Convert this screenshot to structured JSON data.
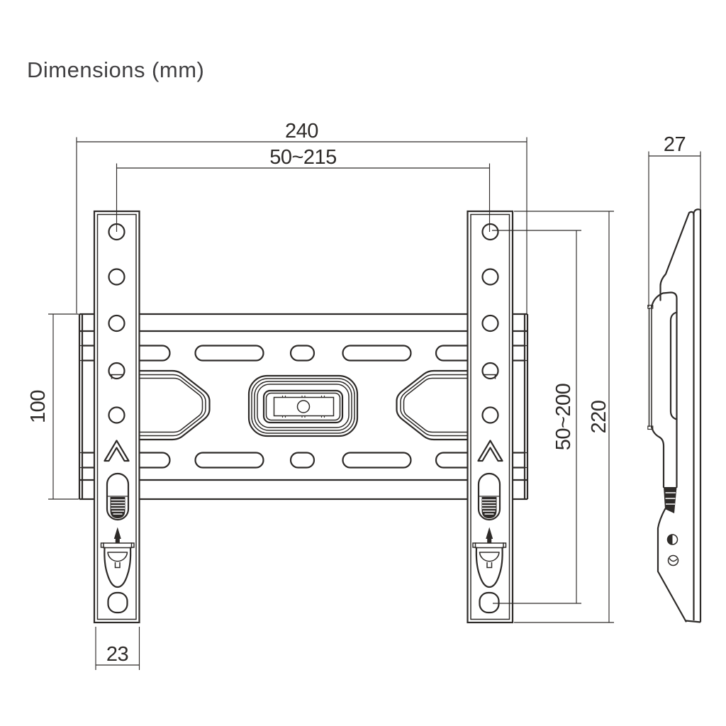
{
  "title": "Dimensions (mm)",
  "colors": {
    "line": "#2e2b29",
    "title_text": "#414042",
    "background": "#ffffff"
  },
  "dimensions": {
    "overall_width": "240",
    "mount_width_range": "50~215",
    "depth": "27",
    "plate_height": "100",
    "mount_height_range": "50~200",
    "overall_height": "220",
    "bracket_width": "23"
  }
}
